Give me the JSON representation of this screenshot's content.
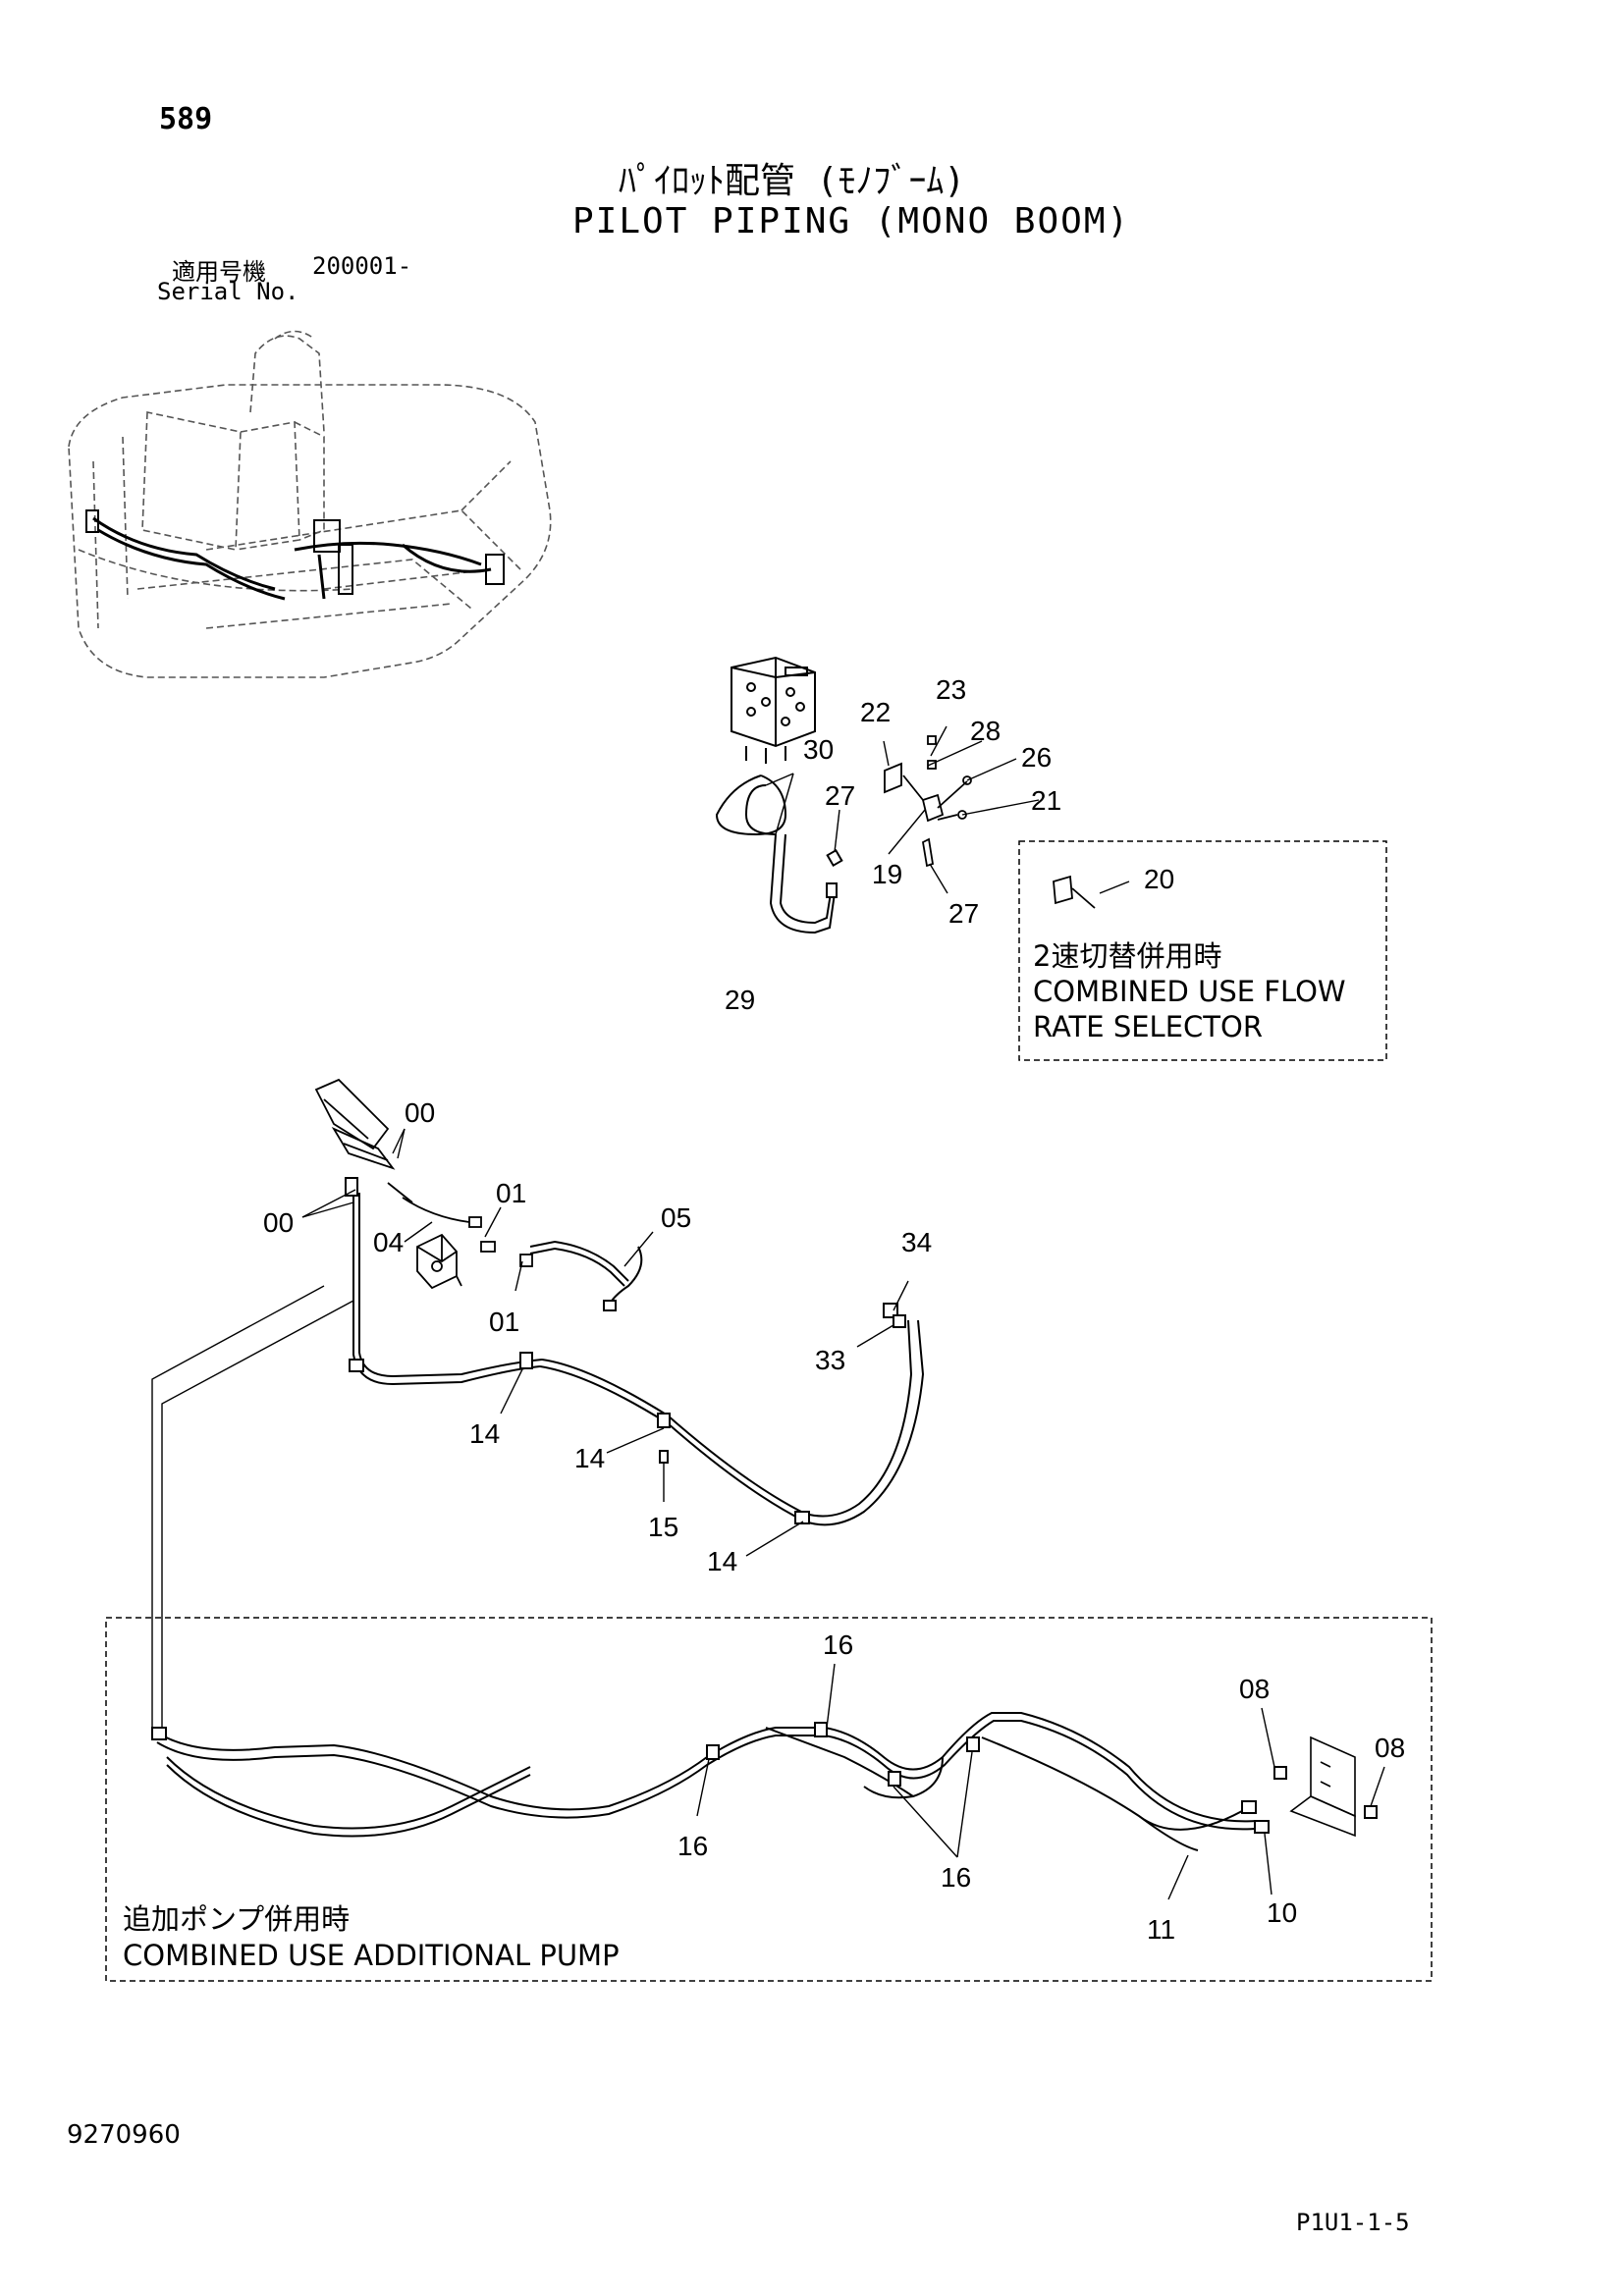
{
  "header": {
    "page_number": "589",
    "title_ja": "ﾊﾟｲﾛｯﾄ配管 (ﾓﾉﾌﾞｰﾑ)",
    "title_en": "PILOT PIPING (MONO BOOM)",
    "serial_label_ja": "適用号機",
    "serial_value": "200001-",
    "serial_label_en": "Serial No."
  },
  "boxes": {
    "flow_rate": {
      "label_ja": "2速切替併用時",
      "label_en_1": "COMBINED USE FLOW",
      "label_en_2": "RATE SELECTOR"
    },
    "add_pump": {
      "label_ja": "追加ポンプ併用時",
      "label_en": "COMBINED USE ADDITIONAL PUMP"
    }
  },
  "callouts": [
    "23",
    "22",
    "28",
    "26",
    "30",
    "27",
    "21",
    "19",
    "27",
    "20",
    "29",
    "00",
    "00",
    "01",
    "05",
    "04",
    "01",
    "34",
    "33",
    "14",
    "14",
    "15",
    "14",
    "16",
    "08",
    "08",
    "16",
    "16",
    "11",
    "10"
  ],
  "footer": {
    "drawing_no": "9270960",
    "page_code": "P1U1-1-5"
  },
  "colors": {
    "line": "#000000",
    "phantom": "#555555",
    "background": "#ffffff"
  }
}
